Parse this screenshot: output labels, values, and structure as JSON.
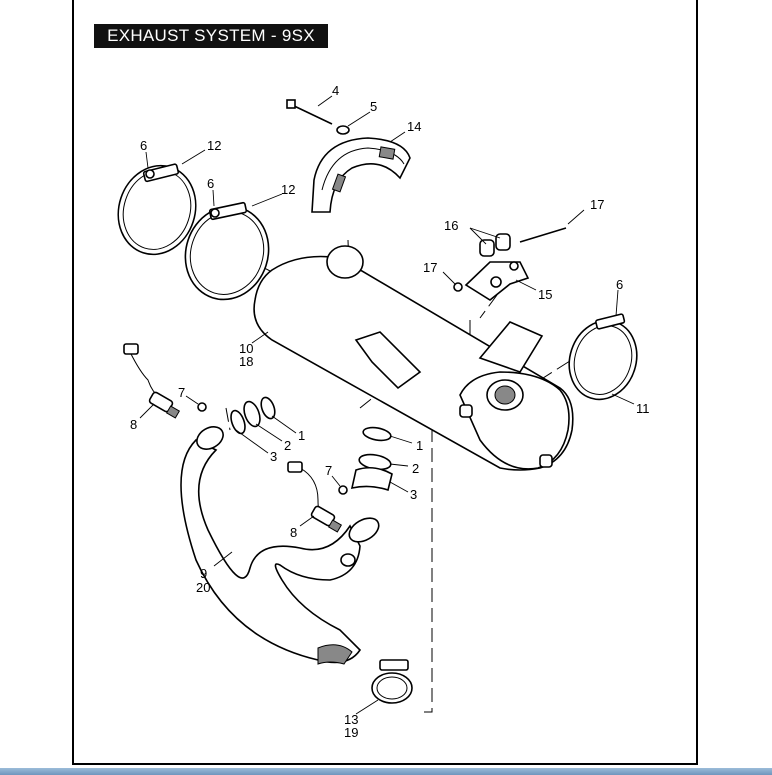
{
  "title": "EXHAUST SYSTEM - 9SX",
  "callouts": {
    "c4": "4",
    "c5": "5",
    "c14": "14",
    "c6a": "6",
    "c12a": "12",
    "c6b": "6",
    "c12b": "12",
    "c16": "16",
    "c17a": "17",
    "c17b": "17",
    "c15": "15",
    "c6c": "6",
    "c11": "11",
    "c10": "10",
    "c18": "18",
    "c7a": "7",
    "c8a": "8",
    "c2a": "2",
    "c1a": "1",
    "c3a": "3",
    "c1b": "1",
    "c2b": "2",
    "c3b": "3",
    "c7b": "7",
    "c8b": "8",
    "c9": "9",
    "c20": "20",
    "c13": "13",
    "c19": "19"
  },
  "colors": {
    "frame": "#000000",
    "title_bg": "#111111",
    "title_fg": "#ffffff",
    "bottom_bar": "#7fa3c8"
  }
}
